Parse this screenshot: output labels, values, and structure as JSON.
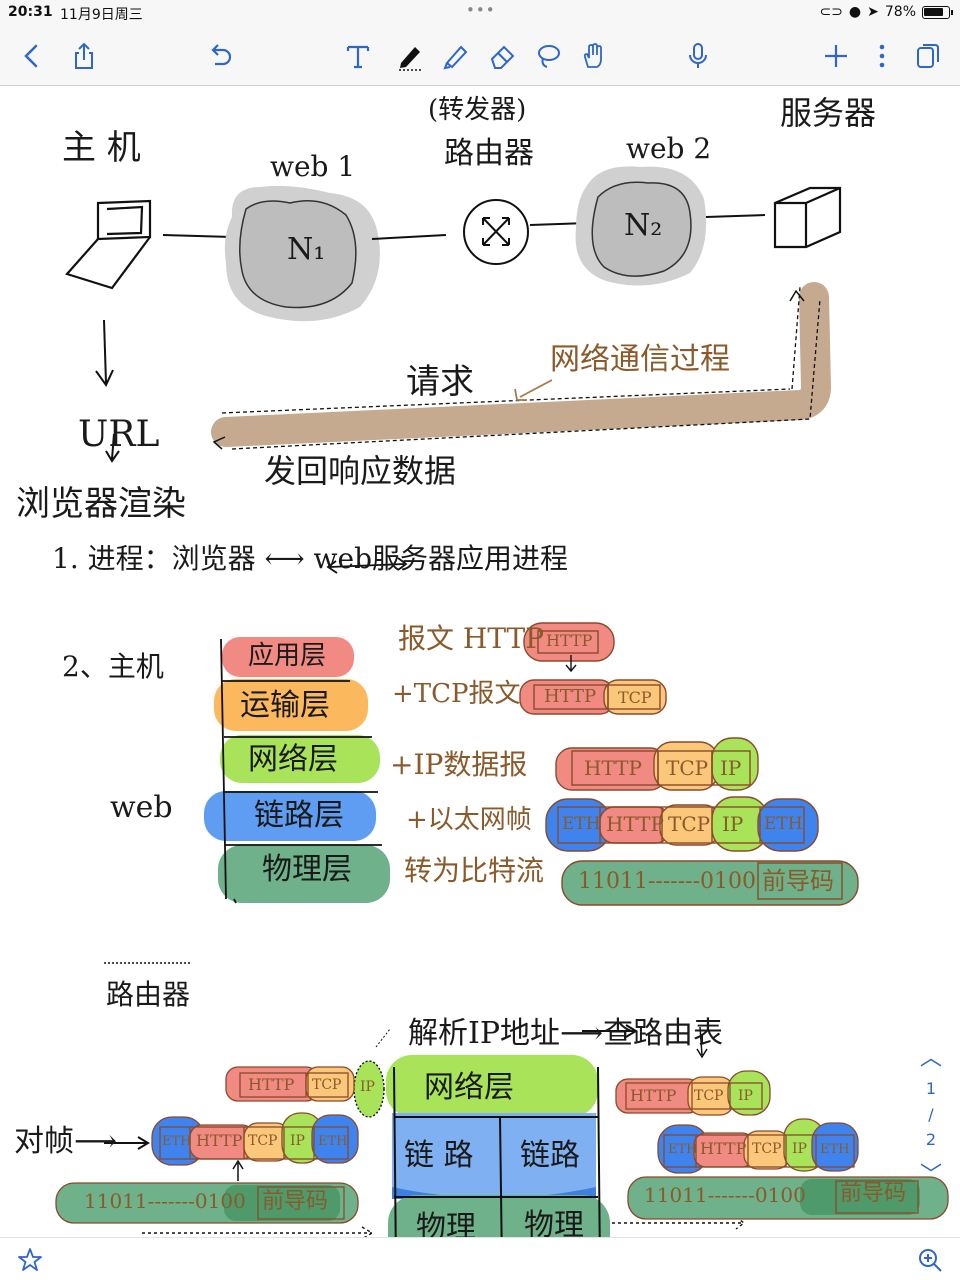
{
  "status_bar": {
    "time": "20:31",
    "date": "11月9日周三",
    "battery": "78%"
  },
  "toolbar": {
    "icons": [
      "back-icon",
      "share-icon",
      "undo-icon",
      "text-tool-icon",
      "pen-icon",
      "highlighter-icon",
      "eraser-icon",
      "lasso-icon",
      "hand-icon",
      "mic-icon",
      "add-icon",
      "more-icon",
      "pages-icon"
    ]
  },
  "note": {
    "top_diagram": {
      "host": "主 机",
      "web1": "web 1",
      "n1": "N₁",
      "router_note": "(转发器)",
      "router": "路由器",
      "web2": "web 2",
      "n2": "N₂",
      "server": "服务器",
      "url": "URL",
      "render": "浏览器渲染",
      "request": "请求",
      "process": "网络通信过程",
      "response": "发回响应数据"
    },
    "item1": "1. 进程：浏览器 ⟷ web服务器应用进程",
    "item2": "2、主机",
    "side_web": "web",
    "layers": [
      "应用层",
      "运输层",
      "网络层",
      "链路层",
      "物理层"
    ],
    "annotations": [
      "报文 HTTP",
      "+TCP报文",
      "+IP数据报",
      "+以太网帧",
      "转为比特流"
    ],
    "packets": {
      "http": "HTTP",
      "tcp": "TCP",
      "ip": "IP",
      "eth": "ETH",
      "bits": "11011-------0100",
      "preamble": "前导码"
    },
    "router_section": {
      "title": "路由器",
      "parse": "解析IP地址⟶查路由表",
      "frame_in": "对帧⟶",
      "network": "网络层",
      "link_left": "链 路",
      "link_right": "链路",
      "phys_left": "物理",
      "phys_right": "物理"
    }
  },
  "page_nav": {
    "current": "1",
    "sep": "/",
    "total": "2"
  },
  "bottom_bar": {
    "icons": [
      "favorite-star-icon",
      "zoom-in-icon"
    ]
  },
  "colors": {
    "red": "#f08a82",
    "orange": "#fbc77a",
    "green": "#a8e35a",
    "blue": "#5f9df2",
    "dark_green": "#6fb18a",
    "brown": "#c2a58a",
    "gray": "#c9c9c9",
    "accent": "#2f66c9"
  }
}
